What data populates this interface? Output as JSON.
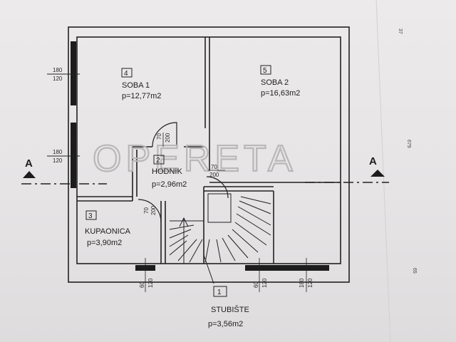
{
  "watermark": "OPERETA",
  "rooms": [
    {
      "num": "4",
      "name": "SOBA 1",
      "area": "p=12,77m2"
    },
    {
      "num": "5",
      "name": "SOBA 2",
      "area": "p=16,63m2"
    },
    {
      "num": "2",
      "name": "HODNIK",
      "area": "p=2,96m2"
    },
    {
      "num": "3",
      "name": "KUPAONICA",
      "area": "p=3,90m2"
    },
    {
      "num": "1",
      "name": "STUBIŠTE",
      "area": "p=3,56m2"
    }
  ],
  "section_marks": {
    "left": "A",
    "right": "A"
  },
  "window_dims": [
    {
      "top": "180",
      "bottom": "120"
    },
    {
      "top": "180",
      "bottom": "120"
    }
  ],
  "door_dims": [
    {
      "top": "70",
      "bottom": "200"
    },
    {
      "top": "70",
      "bottom": "200"
    },
    {
      "top": "70",
      "bottom": "200"
    }
  ],
  "bottom_dims": [
    {
      "top": "60",
      "bottom": "120"
    },
    {
      "top": "60",
      "bottom": "120"
    },
    {
      "top": "180",
      "bottom": "120"
    }
  ],
  "side_marks": [
    "37",
    "679",
    "65"
  ]
}
